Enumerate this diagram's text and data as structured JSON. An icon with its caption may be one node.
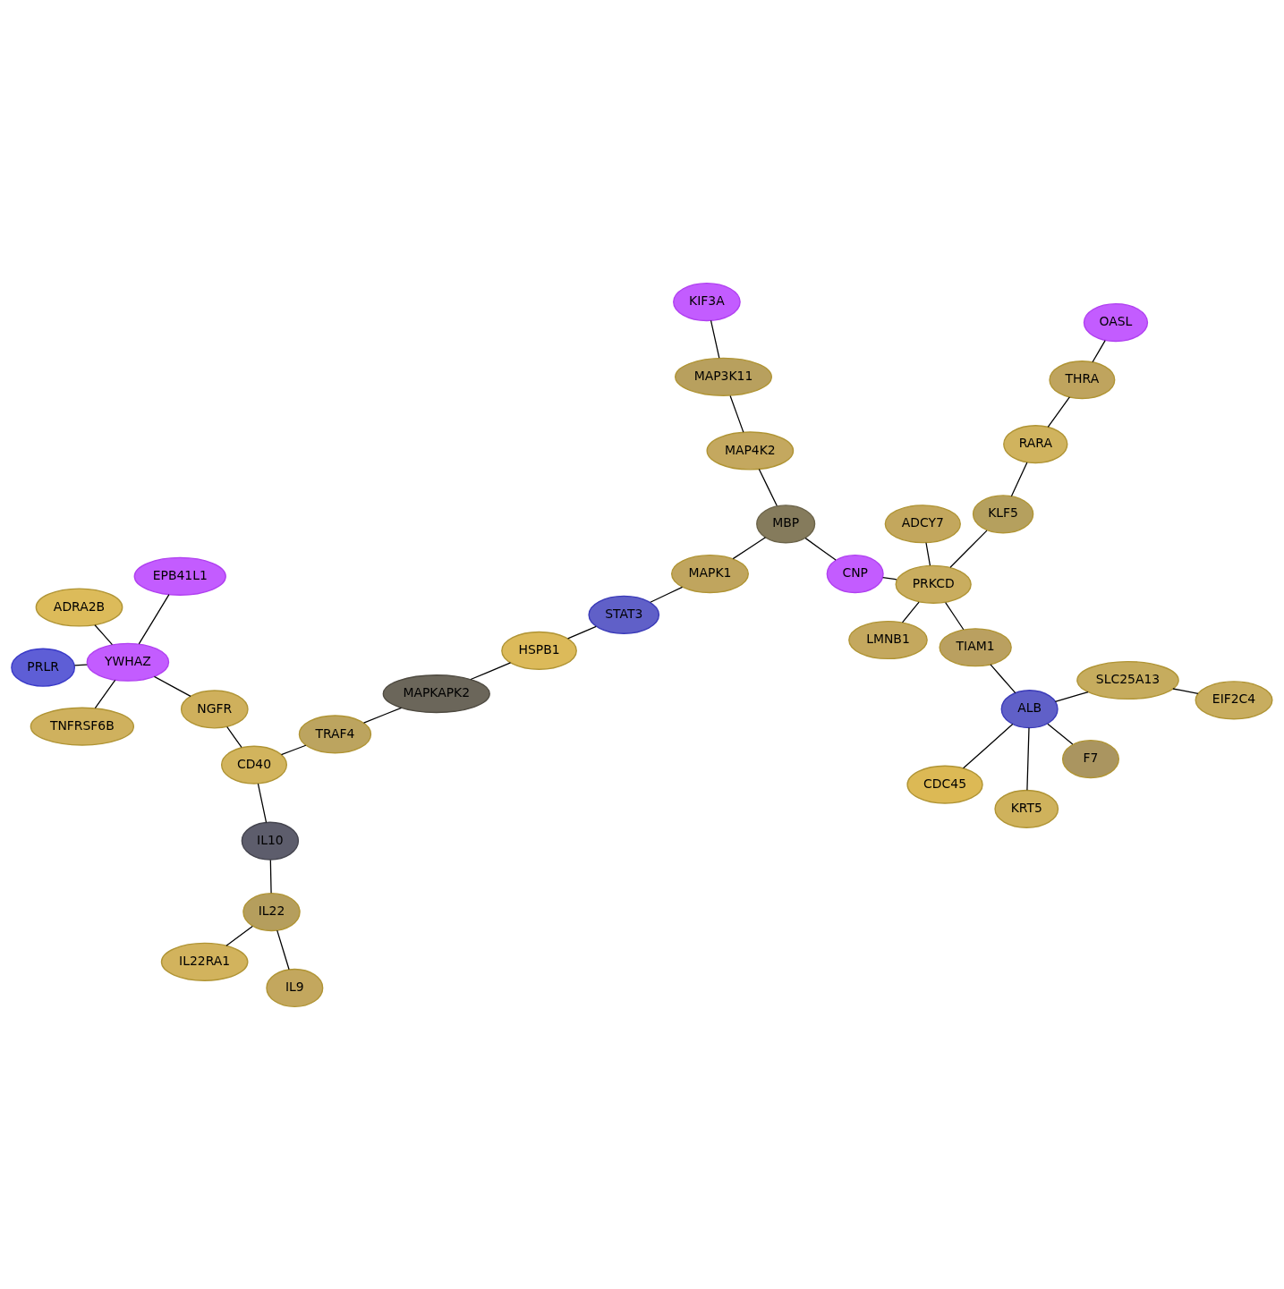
{
  "diagram": {
    "nodes": [
      {
        "text": [
          "EIF2C4"
        ]
      },
      {
        "text": [
          "CDC45"
        ]
      },
      {
        "text": [
          "KRT5"
        ]
      },
      {
        "text": [
          "SLC25A13"
        ]
      },
      {
        "text": [
          "F7"
        ]
      },
      {
        "text": [
          "ALB"
        ]
      },
      {
        "text": [
          "TIAM1"
        ]
      },
      {
        "text": [
          "ADCY7"
        ]
      },
      {
        "text": [
          "LMNB1"
        ]
      },
      {
        "text": [
          "PRKCD"
        ]
      },
      {
        "text": [
          "KLF5"
        ]
      },
      {
        "text": [
          "RARA"
        ]
      },
      {
        "text": [
          "THRA"
        ]
      },
      {
        "text": [
          "OASL"
        ]
      },
      {
        "text": [
          "CNP"
        ]
      },
      {
        "text": [
          "MBP"
        ]
      },
      {
        "text": [
          "MAPK1"
        ]
      },
      {
        "text": [
          "MAP4K2"
        ]
      },
      {
        "text": [
          "STAT3"
        ]
      },
      {
        "text": [
          "MAP3K11"
        ]
      },
      {
        "text": [
          "HSPB1"
        ]
      },
      {
        "text": [
          "KIF3A"
        ]
      },
      {
        "text": [
          "MAPKAPK2"
        ]
      },
      {
        "text": [
          "PRLR"
        ]
      },
      {
        "text": [
          "TRAF4"
        ]
      },
      {
        "text": [
          "ADRA2B"
        ]
      },
      {
        "text": [
          "NGFR"
        ]
      },
      {
        "text": [
          "YWHAZ"
        ]
      },
      {
        "text": [
          "CD40"
        ]
      },
      {
        "text": [
          "TNFRSF6B"
        ]
      },
      {
        "text": [
          "EPB41L1"
        ]
      },
      {
        "text": [
          "IL10"
        ]
      },
      {
        "text": [
          "IL22"
        ]
      },
      {
        "text": [
          "IL22RA1"
        ]
      },
      {
        "text": [
          "IL9"
        ]
      }
    ],
    "edges": [
      {
        "from": 0,
        "to": 3,
        "arrow": "none"
      },
      {
        "from": 1,
        "to": 5,
        "arrow": "none"
      },
      {
        "from": 2,
        "to": 5,
        "arrow": "none"
      },
      {
        "from": 3,
        "to": 5,
        "arrow": "none"
      },
      {
        "from": 4,
        "to": 5,
        "arrow": "none"
      },
      {
        "from": 5,
        "to": 6,
        "arrow": "none"
      },
      {
        "from": 6,
        "to": 9,
        "arrow": "none"
      },
      {
        "from": 7,
        "to": 9,
        "arrow": "none"
      },
      {
        "from": 8,
        "to": 9,
        "arrow": "none"
      },
      {
        "from": 9,
        "to": 10,
        "arrow": "none"
      },
      {
        "from": 10,
        "to": 11,
        "arrow": "none"
      },
      {
        "from": 11,
        "to": 12,
        "arrow": "none"
      },
      {
        "from": 12,
        "to": 13,
        "arrow": "none"
      },
      {
        "from": 9,
        "to": 14,
        "arrow": "none"
      },
      {
        "from": 14,
        "to": 15,
        "arrow": "none"
      },
      {
        "from": 15,
        "to": 16,
        "arrow": "none"
      },
      {
        "from": 15,
        "to": 17,
        "arrow": "none"
      },
      {
        "from": 16,
        "to": 18,
        "arrow": "none"
      },
      {
        "from": 17,
        "to": 19,
        "arrow": "none"
      },
      {
        "from": 19,
        "to": 21,
        "arrow": "none"
      },
      {
        "from": 18,
        "to": 20,
        "arrow": "none"
      },
      {
        "from": 20,
        "to": 22,
        "arrow": "none"
      },
      {
        "from": 22,
        "to": 24,
        "arrow": "none"
      },
      {
        "from": 24,
        "to": 28,
        "arrow": "none"
      },
      {
        "from": 23,
        "to": 27,
        "arrow": "none"
      },
      {
        "from": 25,
        "to": 27,
        "arrow": "none"
      },
      {
        "from": 27,
        "to": 26,
        "arrow": "none"
      },
      {
        "from": 27,
        "to": 29,
        "arrow": "none"
      },
      {
        "from": 27,
        "to": 30,
        "arrow": "none"
      },
      {
        "from": 26,
        "to": 28,
        "arrow": "none"
      },
      {
        "from": 28,
        "to": 31,
        "arrow": "none"
      },
      {
        "from": 31,
        "to": 32,
        "arrow": "none"
      },
      {
        "from": 32,
        "to": 34,
        "arrow": "none"
      },
      {
        "from": 32,
        "to": 33,
        "arrow": "none"
      }
    ]
  }
}
